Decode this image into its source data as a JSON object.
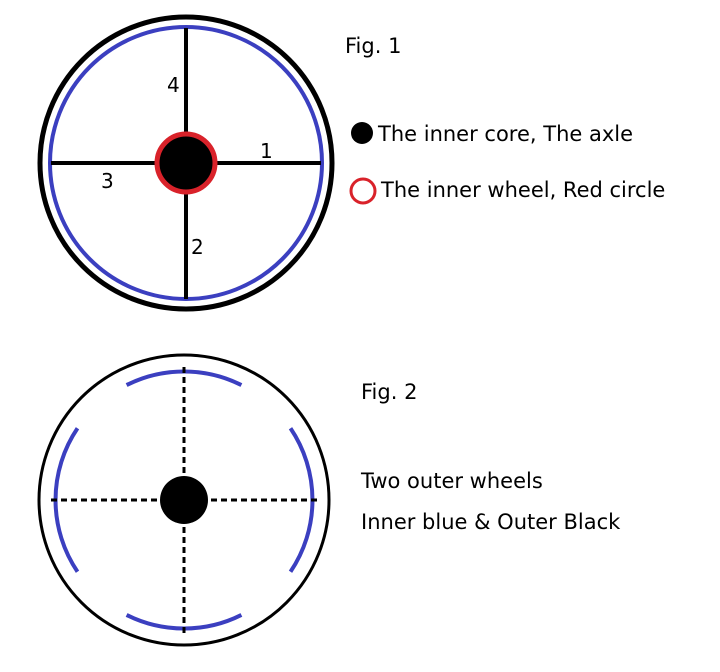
{
  "fig1": {
    "caption": "Fig. 1",
    "spoke_labels": [
      "1",
      "2",
      "3",
      "4"
    ],
    "legend": [
      {
        "icon": "filled-black-circle-icon",
        "text": "The inner core, The axle"
      },
      {
        "icon": "red-ring-icon",
        "text": "The inner wheel, Red circle"
      }
    ]
  },
  "fig2": {
    "caption": "Fig. 2",
    "description_line1": "Two outer wheels",
    "description_line2": "Inner blue & Outer Black"
  },
  "colors": {
    "outer_wheel": "#000000",
    "inner_blue_wheel": "#3b3fc0",
    "inner_red_wheel": "#d9222a",
    "axle": "#000000"
  }
}
